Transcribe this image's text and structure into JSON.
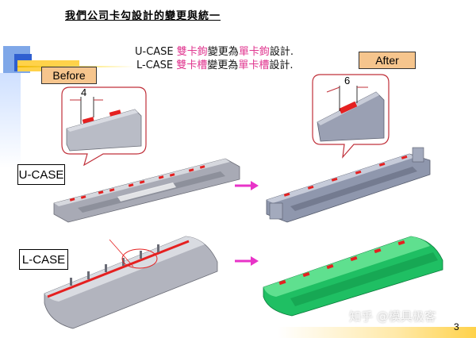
{
  "title": "我們公司卡勾設計的變更與統一",
  "description": {
    "line1": {
      "pre": "U-CASE ",
      "highlight1": "雙卡鉤",
      "mid": "變更為",
      "highlight2": "單卡鉤",
      "post": "設計."
    },
    "line2": {
      "pre": "L-CASE  ",
      "highlight1": "雙卡槽",
      "mid": "變更為",
      "highlight2": "單卡槽",
      "post": "設計."
    }
  },
  "labels": {
    "before": "Before",
    "after": "After",
    "ucase": "U-CASE",
    "lcase": "L-CASE"
  },
  "dimensions": {
    "before": "4",
    "after": "6"
  },
  "page_number": "3",
  "watermark": "知乎 @模具极客",
  "colors": {
    "highlight": "#e0368f",
    "arrow": "#e833c8",
    "tag_fill": "#f6c58d",
    "part_gray": "#a8aab5",
    "part_blue_gray": "#8f97ad",
    "part_green": "#1fbf63",
    "clip_red": "#e52020"
  }
}
